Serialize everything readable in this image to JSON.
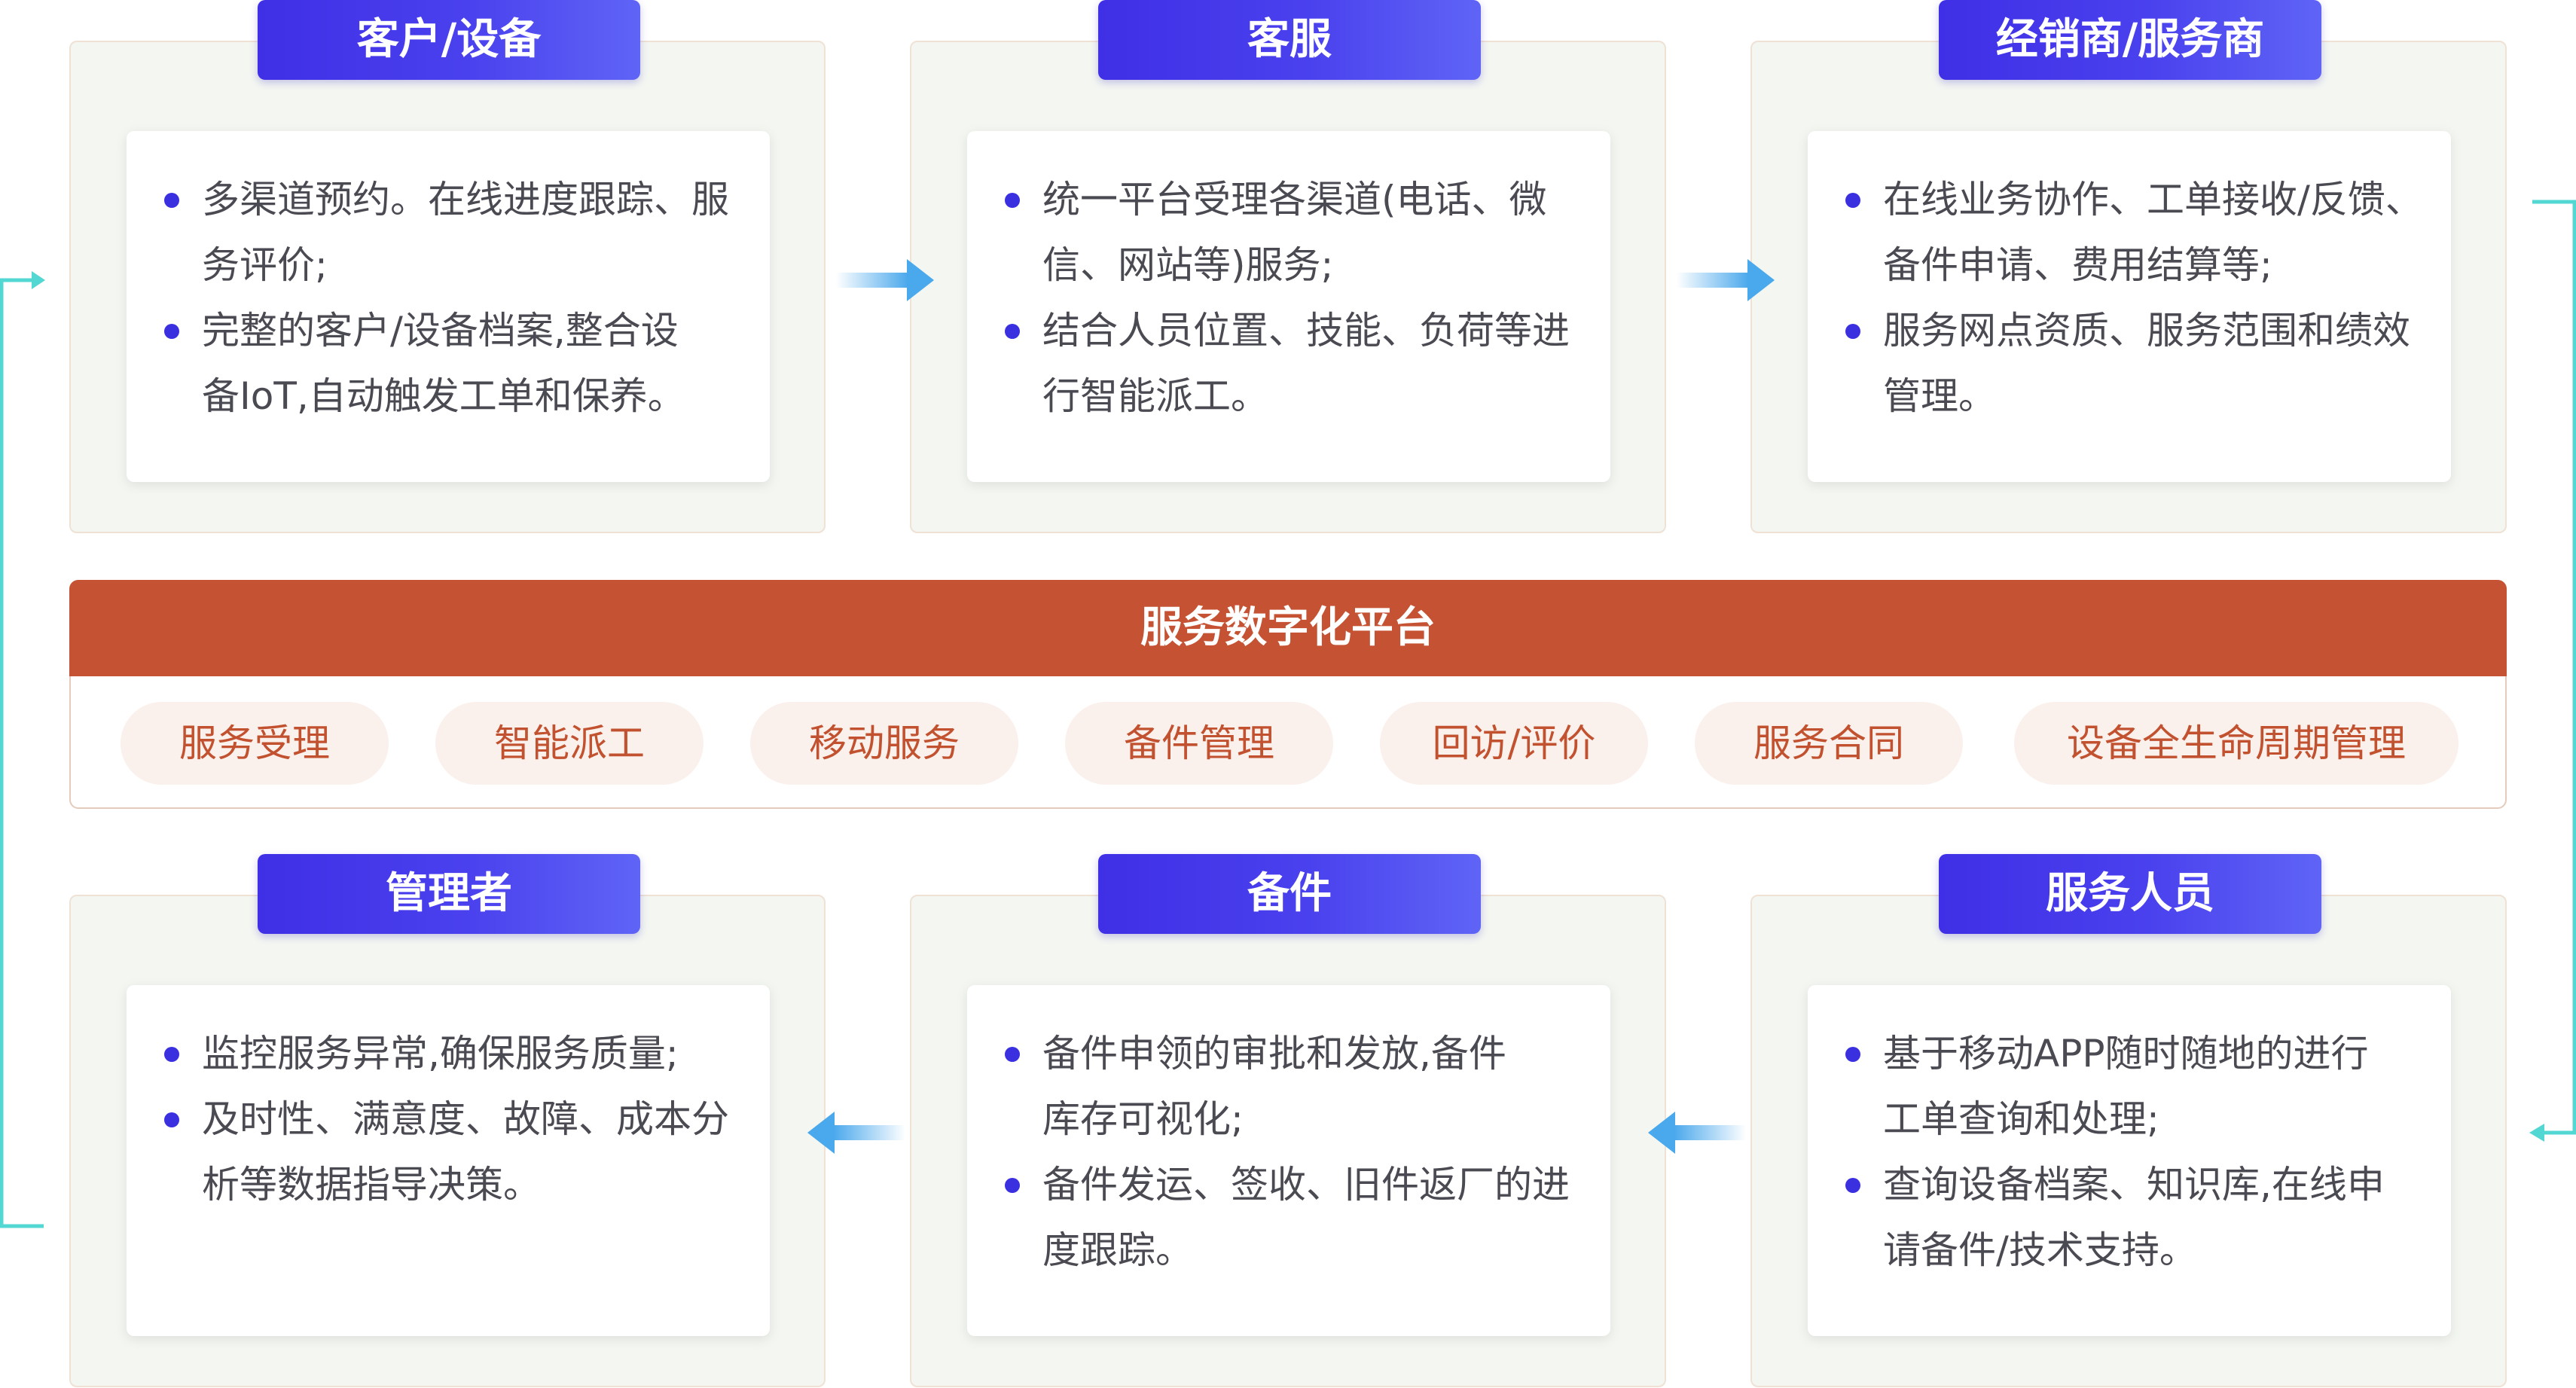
{
  "top_row": [
    {
      "title": "客户/设备",
      "bullets": [
        [
          "多渠道预约。在线进度跟踪、服",
          "务评价;"
        ],
        [
          "完整的客户/设备档案,整合设",
          "备IoT,自动触发工单和保养。"
        ]
      ]
    },
    {
      "title": "客服",
      "bullets": [
        [
          "统一平台受理各渠道(电话、微",
          "信、网站等)服务;"
        ],
        [
          "结合人员位置、技能、负荷等进",
          "行智能派工。"
        ]
      ]
    },
    {
      "title": "经销商/服务商",
      "bullets": [
        [
          "在线业务协作、工单接收/反馈、",
          "备件申请、费用结算等;"
        ],
        [
          "服务网点资质、服务范围和绩效",
          "管理。"
        ]
      ]
    }
  ],
  "platform": {
    "title": "服务数字化平台",
    "features": [
      "服务受理",
      "智能派工",
      "移动服务",
      "备件管理",
      "回访/评价",
      "服务合同",
      "设备全生命周期管理"
    ]
  },
  "bottom_row": [
    {
      "title": "管理者",
      "bullets": [
        [
          "监控服务异常,确保服务质量;"
        ],
        [
          "及时性、满意度、故障、成本分",
          "析等数据指导决策。"
        ]
      ]
    },
    {
      "title": "备件",
      "bullets": [
        [
          "备件申领的审批和发放,备件",
          "库存可视化;"
        ],
        [
          "备件发运、签收、旧件返厂的进",
          "度跟踪。"
        ]
      ]
    },
    {
      "title": "服务人员",
      "bullets": [
        [
          "基于移动APP随时随地的进行",
          "工单查询和处理;"
        ],
        [
          "查询设备档案、知识库,在线申",
          "请备件/技术支持。"
        ]
      ]
    }
  ],
  "colors": {
    "tag": "#4a41ee",
    "platform": "#c55232",
    "arrow": "#4aa8ec",
    "side_line": "#53d7d2"
  }
}
